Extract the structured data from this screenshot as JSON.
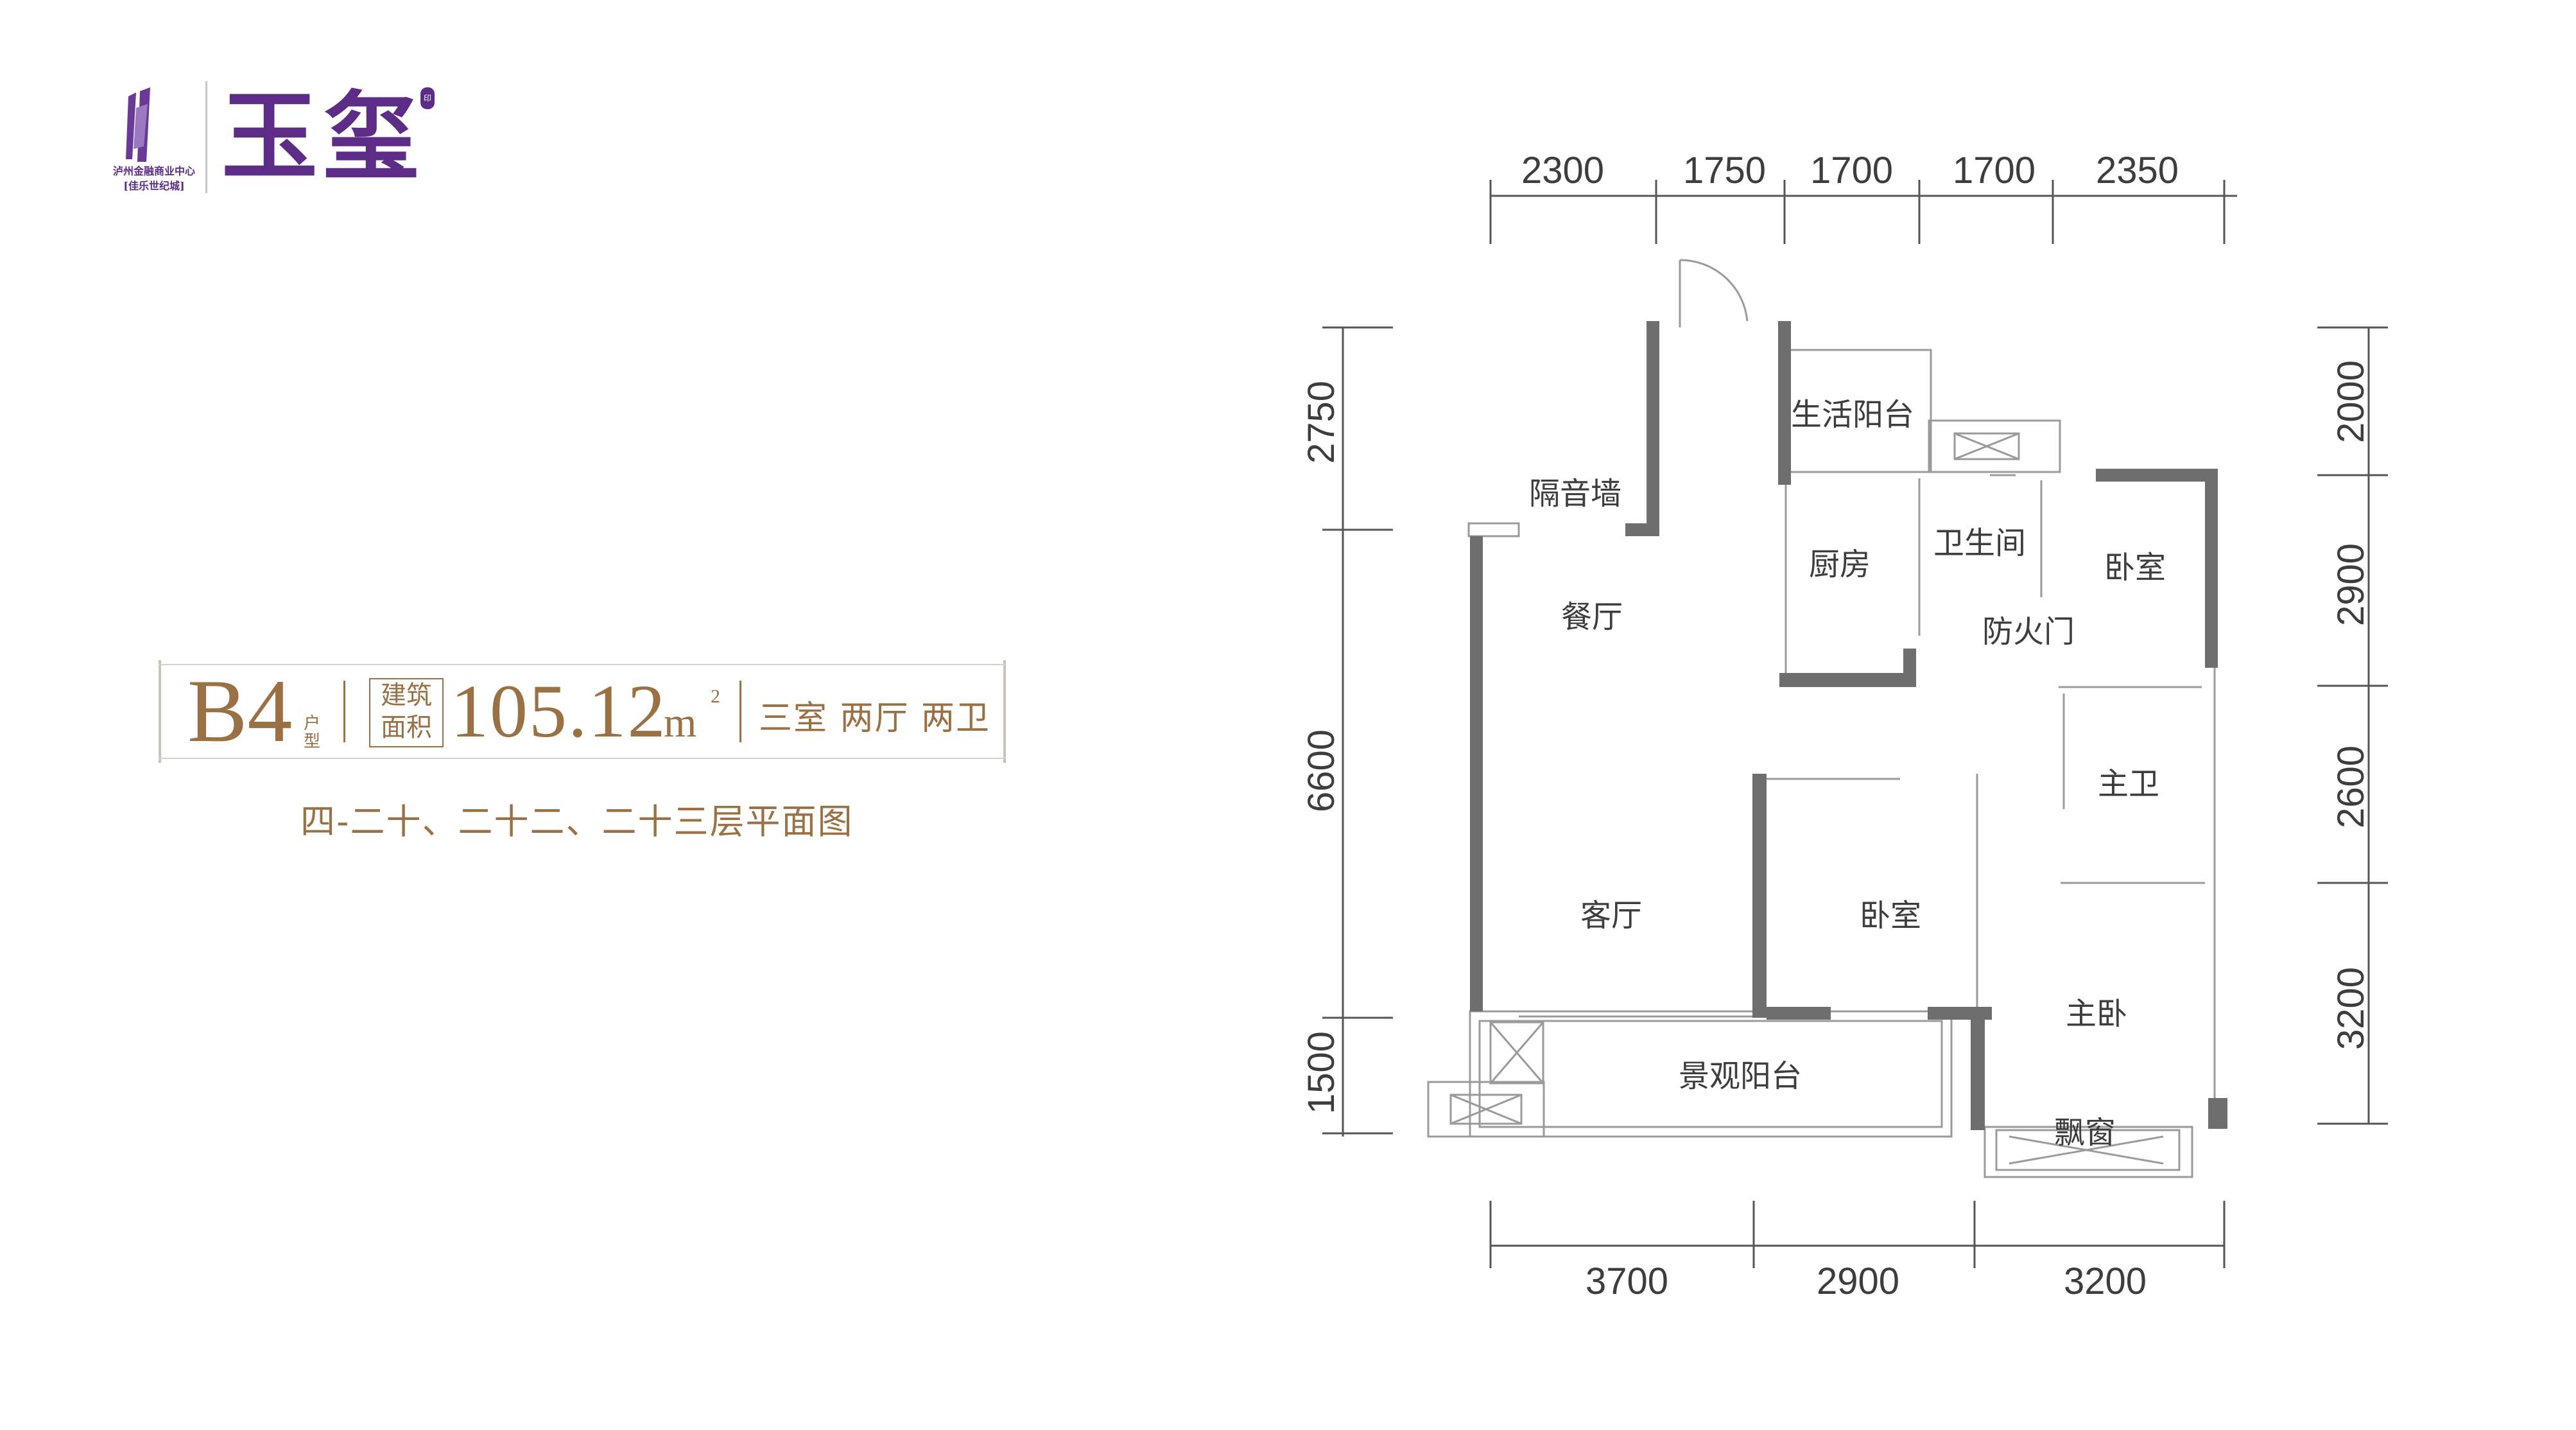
{
  "logo": {
    "caption_line1": "泸州金融商业中心",
    "caption_line2": "[佳乐世纪城]",
    "brand": "玉玺"
  },
  "unit": {
    "code": "B4",
    "type_label_1": "户",
    "type_label_2": "型",
    "area_label_1": "建筑",
    "area_label_2": "面积",
    "area": "105.12",
    "area_unit": "m",
    "area_unit_sup": "2",
    "rooms": "三室 两厅 两卫",
    "floors": "四-二十、二十二、二十三层平面图"
  },
  "rooms": {
    "balcony_service": "生活阳台",
    "sound_wall": "隔音墙",
    "kitchen": "厨房",
    "toilet": "卫生间",
    "bedroom_ne": "卧室",
    "fire_door": "防火门",
    "dining": "餐厅",
    "master_bath": "主卫",
    "living": "客厅",
    "bedroom_center": "卧室",
    "master_bedroom": "主卧",
    "balcony_view": "景观阳台",
    "bay_window": "飘窗"
  },
  "dimensions": {
    "top": [
      "2300",
      "1750",
      "1700",
      "1700",
      "2350"
    ],
    "bottom": [
      "3700",
      "2900",
      "3200"
    ],
    "left": [
      "2750",
      "6600",
      "1500"
    ],
    "right": [
      "2000",
      "2900",
      "2600",
      "3200"
    ]
  }
}
